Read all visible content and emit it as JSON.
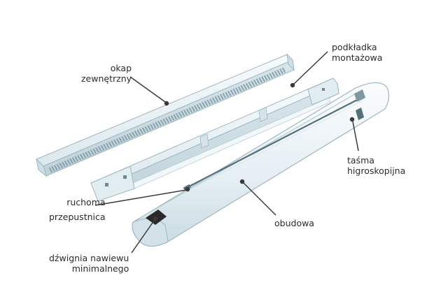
{
  "labels": {
    "okap": [
      "okap",
      "zewnętrzny"
    ],
    "podkladka": [
      "podkładka",
      "montażowa"
    ],
    "tasma": [
      "taśma",
      "higroskopijna"
    ],
    "obudowa": [
      "obudowa"
    ],
    "ruchoma": [
      "ruchoma",
      "przepustnica"
    ],
    "dzwignia": [
      "dźwignia nawiewu",
      "minimalnego"
    ]
  },
  "colors": {
    "part_fill": "#e8f1f5",
    "part_edge": "#9fb6c0",
    "grille": "#7f98a3",
    "pointer": "#3a3a3a",
    "lever": "#2a2a2a"
  }
}
